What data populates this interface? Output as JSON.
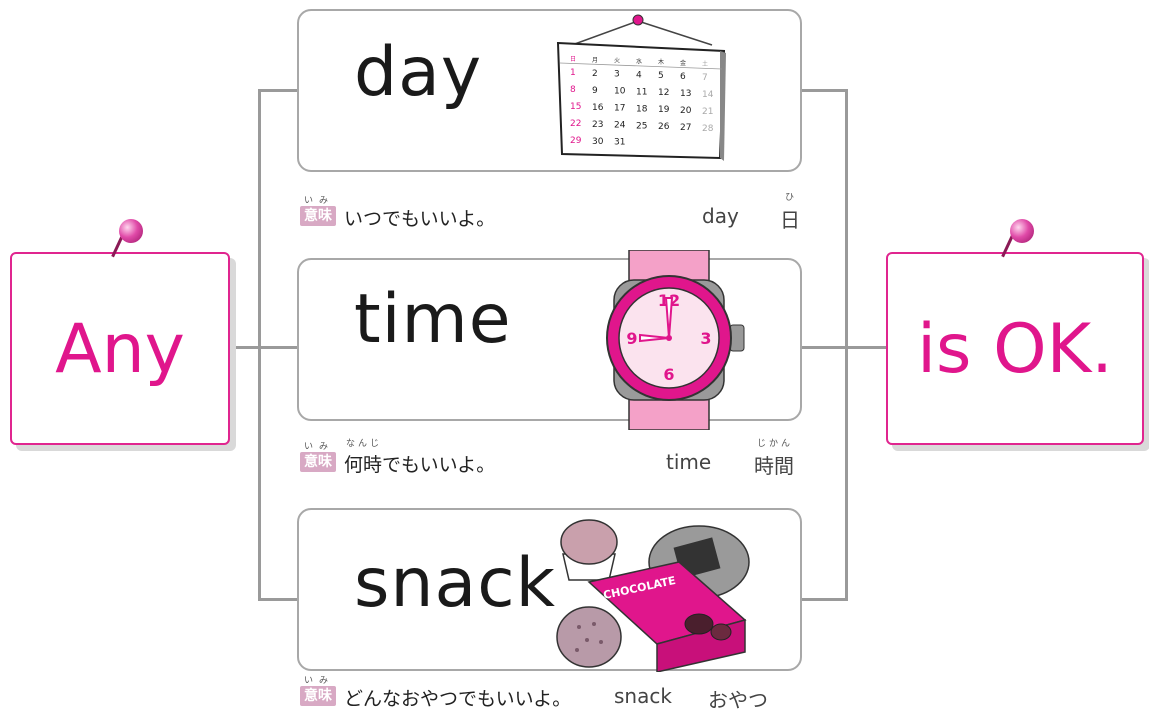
{
  "left_card": {
    "text": "Any"
  },
  "right_card": {
    "text": "is OK."
  },
  "rows": [
    {
      "word": "day",
      "meaning_label": "意味",
      "meaning_ruby": "いみ",
      "meaning": "いつでもいいよ。",
      "en": "day",
      "jp": "日",
      "jp_ruby": "ひ",
      "icon": "calendar-icon"
    },
    {
      "word": "time",
      "meaning_label": "意味",
      "meaning_ruby": "いみ",
      "meaning_ruby2": "なんじ",
      "meaning": "何時でもいいよ。",
      "en": "time",
      "jp": "時間",
      "jp_ruby": "じかん",
      "icon": "wristwatch-icon"
    },
    {
      "word": "snack",
      "meaning_label": "意味",
      "meaning_ruby": "いみ",
      "meaning": "どんなおやつでもいいよ。",
      "en": "snack",
      "jp": "おやつ",
      "icon": "snacks-icon"
    }
  ],
  "calendar": {
    "header": [
      "日",
      "月",
      "火",
      "水",
      "木",
      "金",
      "土"
    ],
    "weeks": [
      [
        "1",
        "2",
        "3",
        "4",
        "5",
        "6",
        "7"
      ],
      [
        "8",
        "9",
        "10",
        "11",
        "12",
        "13",
        "14"
      ],
      [
        "15",
        "16",
        "17",
        "18",
        "19",
        "20",
        "21"
      ],
      [
        "22",
        "23",
        "24",
        "25",
        "26",
        "27",
        "28"
      ],
      [
        "29",
        "30",
        "31",
        "",
        "",
        "",
        ""
      ]
    ]
  },
  "clock": {
    "numbers": [
      "12",
      "3",
      "6",
      "9"
    ]
  },
  "chocolate_label": "CHOCOLATE",
  "colors": {
    "accent": "#e0168c",
    "line": "#9a9a9a",
    "card_border": "#a8a8a8"
  }
}
